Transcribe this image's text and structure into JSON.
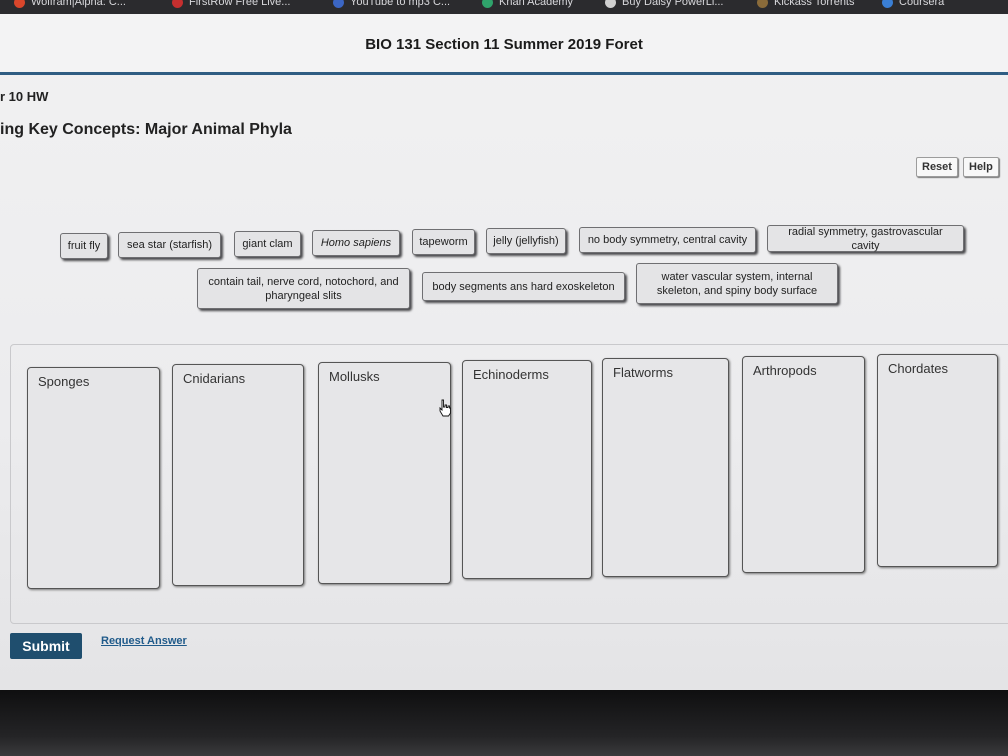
{
  "bookmarks": [
    {
      "label": "Wolfram|Alpha: C...",
      "icon": "wolfram-icon",
      "color": "#d9462b"
    },
    {
      "label": "FirstRow Free Live...",
      "icon": "firstrow-icon",
      "color": "#c62f2f"
    },
    {
      "label": "YouTube to mp3 C...",
      "icon": "youtube-mp3-icon",
      "color": "#3b66c4"
    },
    {
      "label": "Khan Academy",
      "icon": "khan-academy-icon",
      "color": "#2fa36b"
    },
    {
      "label": "Buy Daisy PowerLi...",
      "icon": "daisy-icon",
      "color": "#d0d0d0"
    },
    {
      "label": "Kickass Torrents",
      "icon": "kickass-icon",
      "color": "#8a6b3a"
    },
    {
      "label": "Coursera",
      "icon": "coursera-icon",
      "color": "#3a7fd5"
    }
  ],
  "header": {
    "course_title": "BIO 131 Section 11 Summer 2019 Foret"
  },
  "assignment": {
    "hw_title": "r 10 HW",
    "part_title": "ing Key Concepts: Major Animal Phyla"
  },
  "toolbar": {
    "reset_label": "Reset",
    "help_label": "Help"
  },
  "chips": [
    {
      "id": "fruit-fly",
      "label": "fruit fly",
      "italic": false
    },
    {
      "id": "sea-star",
      "label": "sea star (starfish)",
      "italic": false
    },
    {
      "id": "giant-clam",
      "label": "giant clam",
      "italic": false
    },
    {
      "id": "homo-sapiens",
      "label": "Homo sapiens",
      "italic": true
    },
    {
      "id": "tapeworm",
      "label": "tapeworm",
      "italic": false
    },
    {
      "id": "jelly",
      "label": "jelly (jellyfish)",
      "italic": false
    },
    {
      "id": "no-body-symmetry",
      "label": "no body symmetry, central cavity",
      "italic": false
    },
    {
      "id": "radial-symmetry",
      "label": "radial symmetry, gastrovascular cavity",
      "italic": false
    },
    {
      "id": "contain-tail",
      "label": "contain tail, nerve cord, notochord, and pharyngeal slits",
      "italic": false
    },
    {
      "id": "body-segments",
      "label": "body segments ans hard exoskeleton",
      "italic": false
    },
    {
      "id": "water-vascular",
      "label": "water vascular system, internal skeleton, and spiny body surface",
      "italic": false
    }
  ],
  "bins": [
    {
      "id": "sponges",
      "label": "Sponges"
    },
    {
      "id": "cnidarians",
      "label": "Cnidarians"
    },
    {
      "id": "mollusks",
      "label": "Mollusks"
    },
    {
      "id": "echinoderms",
      "label": "Echinoderms"
    },
    {
      "id": "flatworms",
      "label": "Flatworms"
    },
    {
      "id": "arthropods",
      "label": "Arthropods"
    },
    {
      "id": "chordates",
      "label": "Chordates"
    }
  ],
  "actions": {
    "submit_label": "Submit",
    "request_answer_label": "Request Answer"
  }
}
